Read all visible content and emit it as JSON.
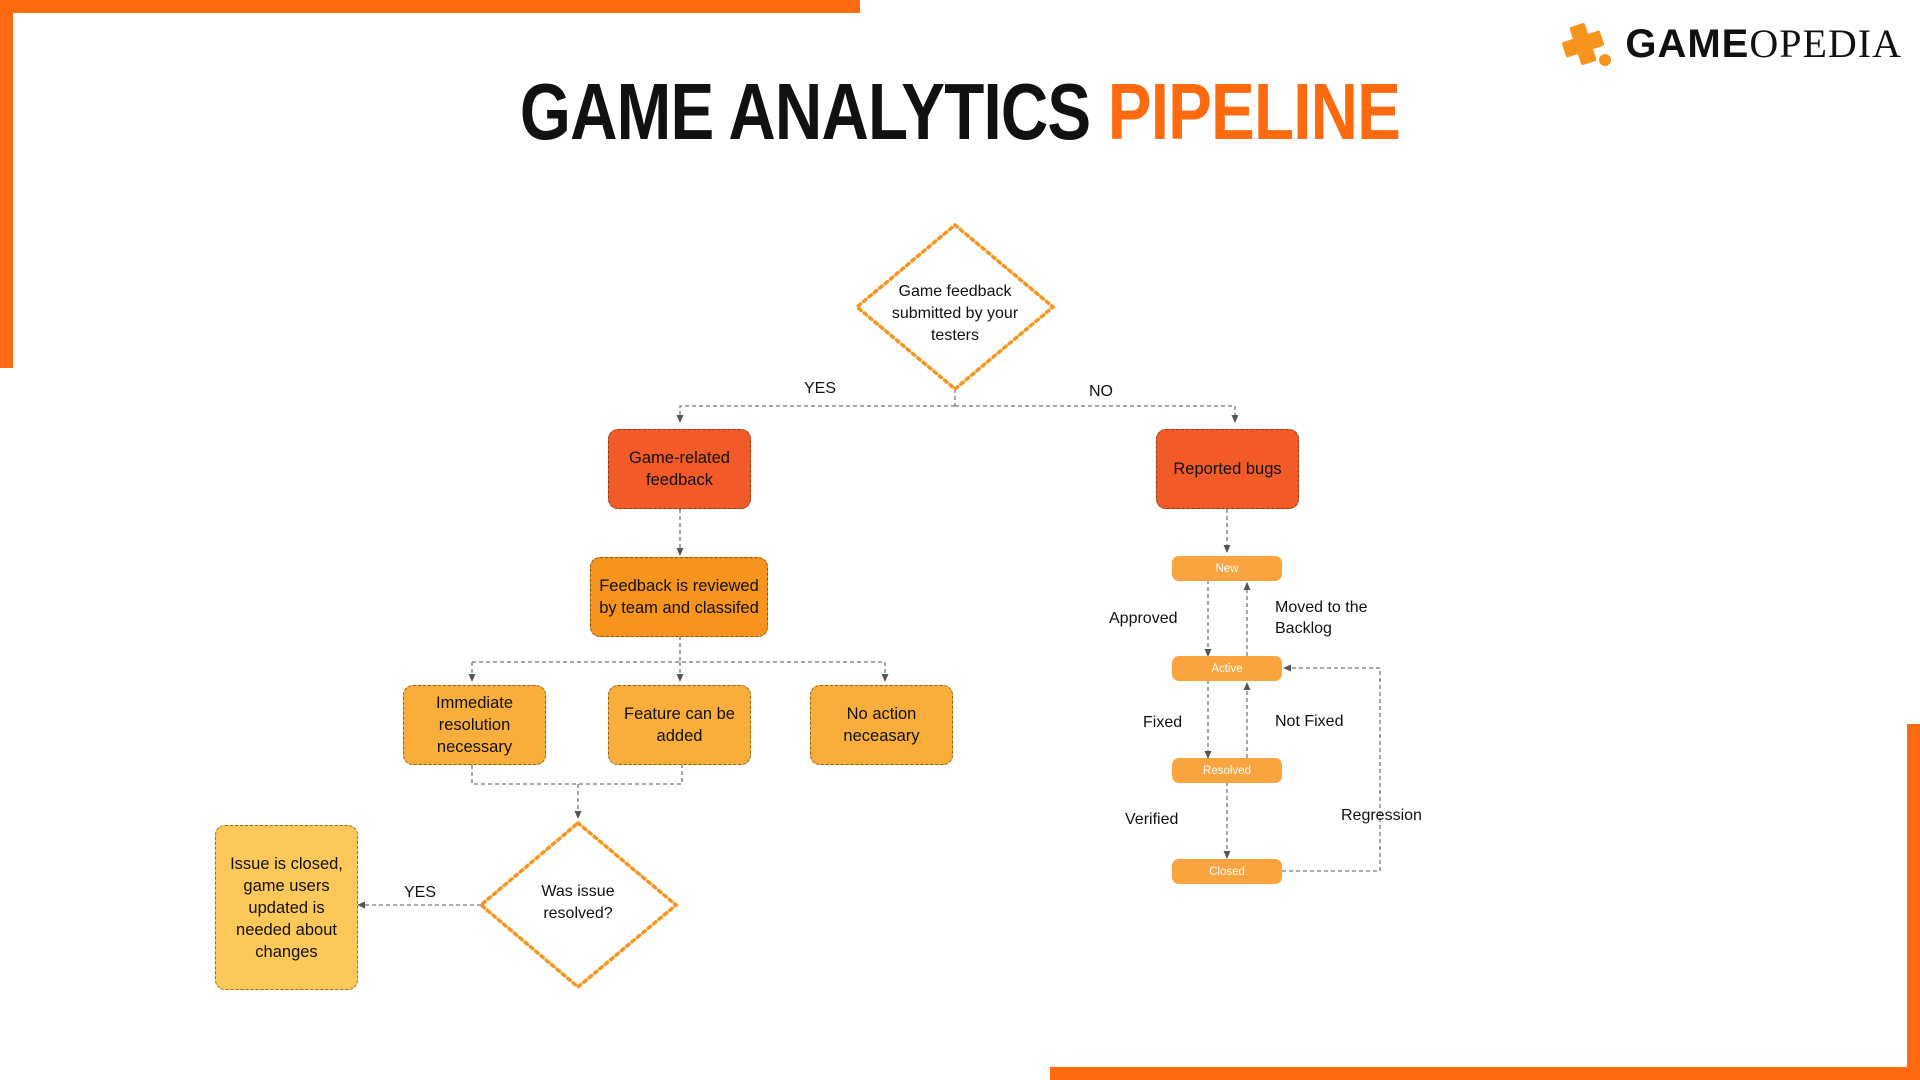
{
  "branding": {
    "logo_text_bold": "GAME",
    "logo_text_light": "OPEDIA",
    "accent_color": "#FF6A0E"
  },
  "title": {
    "main": "GAME ANALYTICS",
    "highlight": "PIPELINE"
  },
  "diagram": {
    "start_decision": "Game feedback submitted by your testers",
    "yes_label": "YES",
    "no_label": "NO",
    "game_related": "Game-related feedback",
    "reviewed": "Feedback is reviewed by team and classifed",
    "immediate": "Immediate resolution necessary",
    "feature": "Feature can be added",
    "no_action": "No action neceasary",
    "resolved_decision": "Was issue resolved?",
    "resolved_yes_label": "YES",
    "closed_note": "Issue is closed, game users updated is needed about changes",
    "reported_bugs": "Reported bugs",
    "statuses": {
      "new": "New",
      "active": "Active",
      "resolved": "Resolved",
      "closed": "Closed"
    },
    "transitions": {
      "approved": "Approved",
      "moved_backlog": "Moved to the Backlog",
      "fixed": "Fixed",
      "not_fixed": "Not Fixed",
      "verified": "Verified",
      "regression": "Regression"
    },
    "colors": {
      "dark_orange": "#F25B28",
      "mid_orange": "#F7941D",
      "light_orange": "#F9AE3C",
      "pale_yellow": "#FDC85A",
      "status_orange": "#F9A43E",
      "diamond_stroke": "#F7941D"
    }
  }
}
